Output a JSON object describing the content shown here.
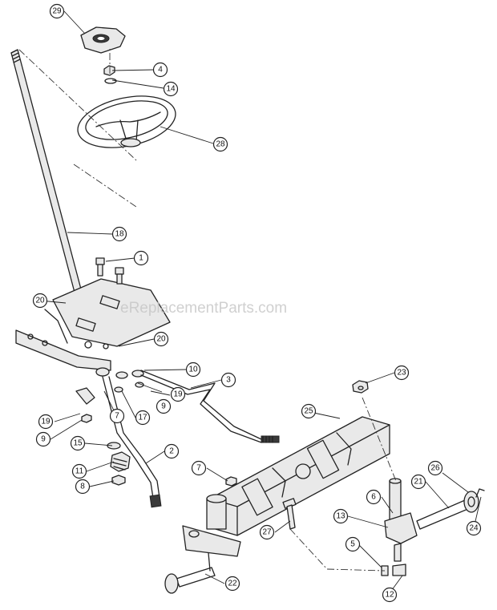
{
  "watermark": "eReplacementParts.com",
  "callouts": [
    {
      "id": "c29a",
      "label": "29"
    },
    {
      "id": "c4",
      "label": "4"
    },
    {
      "id": "c14",
      "label": "14"
    },
    {
      "id": "c28",
      "label": "28"
    },
    {
      "id": "c18",
      "label": "18"
    },
    {
      "id": "c1",
      "label": "1"
    },
    {
      "id": "c20a",
      "label": "20"
    },
    {
      "id": "c20b",
      "label": "20"
    },
    {
      "id": "c10",
      "label": "10"
    },
    {
      "id": "c3",
      "label": "3"
    },
    {
      "id": "c23",
      "label": "23"
    },
    {
      "id": "c19a",
      "label": "19"
    },
    {
      "id": "c9a",
      "label": "9"
    },
    {
      "id": "c17",
      "label": "17"
    },
    {
      "id": "c7a",
      "label": "7"
    },
    {
      "id": "c25",
      "label": "25"
    },
    {
      "id": "c19b",
      "label": "19"
    },
    {
      "id": "c9b",
      "label": "9"
    },
    {
      "id": "c15",
      "label": "15"
    },
    {
      "id": "c2",
      "label": "2"
    },
    {
      "id": "c11",
      "label": "11"
    },
    {
      "id": "c8",
      "label": "8"
    },
    {
      "id": "c7b",
      "label": "7"
    },
    {
      "id": "c26",
      "label": "26"
    },
    {
      "id": "c21",
      "label": "21"
    },
    {
      "id": "c6",
      "label": "6"
    },
    {
      "id": "c13",
      "label": "13"
    },
    {
      "id": "c27",
      "label": "27"
    },
    {
      "id": "c24",
      "label": "24"
    },
    {
      "id": "c5",
      "label": "5"
    },
    {
      "id": "c22",
      "label": "22"
    },
    {
      "id": "c12",
      "label": "12"
    }
  ]
}
